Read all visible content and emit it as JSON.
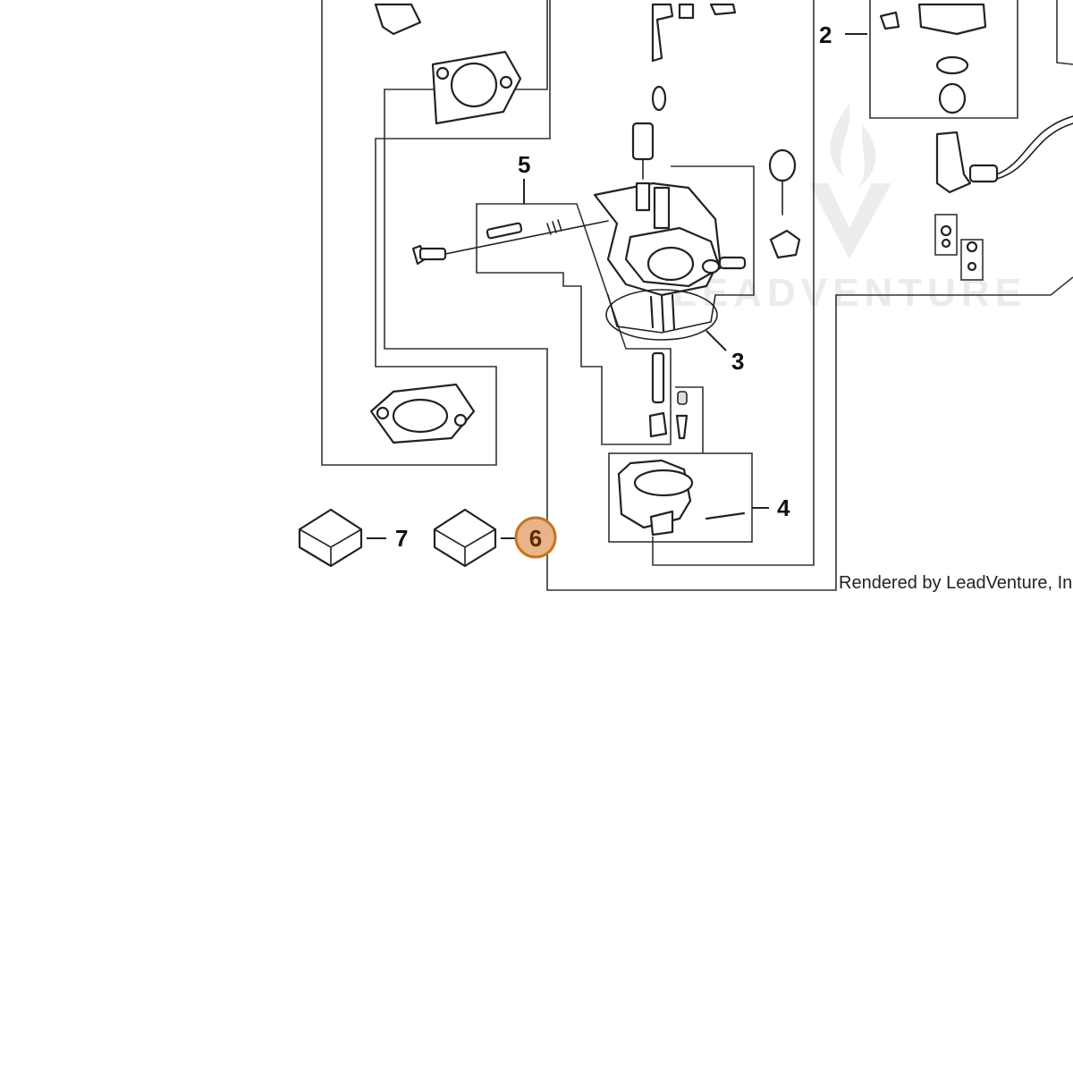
{
  "diagram": {
    "callouts": {
      "c2": "2",
      "c3": "3",
      "c4": "4",
      "c5": "5",
      "c6": "6",
      "c7": "7"
    },
    "highlighted_callout": "6",
    "highlight_color": "#e9b48a",
    "highlight_border_color": "#c8741f",
    "credit": "Rendered by LeadVenture, Inc.",
    "watermark": "LEADVENTURE",
    "watermark_icon": "flame-logo-icon"
  }
}
